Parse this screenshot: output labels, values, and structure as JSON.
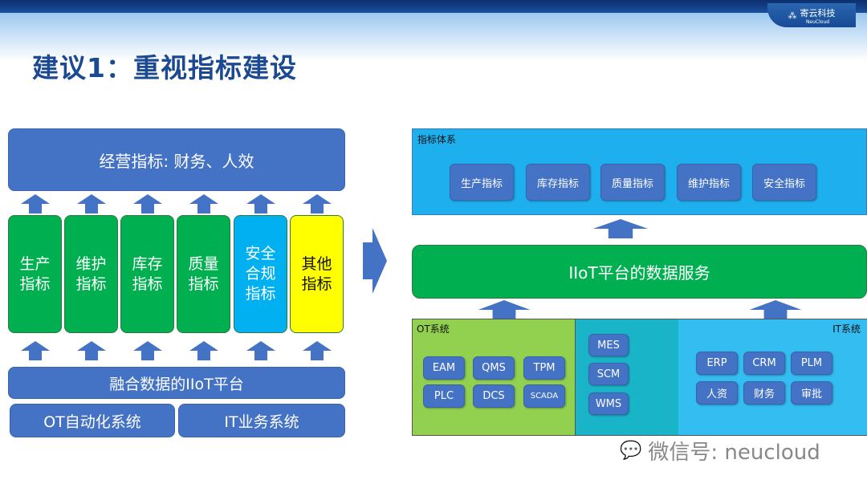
{
  "header": {
    "logo_cn": "寄云科技",
    "logo_en": "NeuCloud",
    "title": "建议1：重视指标建设"
  },
  "left": {
    "top": "经营指标: 财务、人效",
    "columns": [
      {
        "label": "生产\n指标",
        "color": "#00b050"
      },
      {
        "label": "维护\n指标",
        "color": "#00b050"
      },
      {
        "label": "库存\n指标",
        "color": "#00b050"
      },
      {
        "label": "质量\n指标",
        "color": "#00b050"
      },
      {
        "label": "安全\n合规\n指标",
        "color": "#00b0f0"
      },
      {
        "label": "其他\n指标",
        "color": "#ffff00"
      }
    ],
    "platform": "融合数据的IIoT平台",
    "ot": "OT自动化系统",
    "it": "IT业务系统"
  },
  "right": {
    "indicator_title": "指标体系",
    "indicators": [
      "生产指标",
      "库存指标",
      "质量指标",
      "维护指标",
      "安全指标"
    ],
    "service": "IIoT平台的数据服务",
    "ot_title": "OT系统",
    "ot_items": [
      "EAM",
      "QMS",
      "TPM",
      "PLC",
      "DCS",
      "SCADA"
    ],
    "mid_items": [
      "MES",
      "SCM",
      "WMS"
    ],
    "it_title": "IT系统",
    "it_items": [
      "ERP",
      "CRM",
      "PLM",
      "人资",
      "财务",
      "审批"
    ]
  },
  "watermark": "微信号: neucloud"
}
